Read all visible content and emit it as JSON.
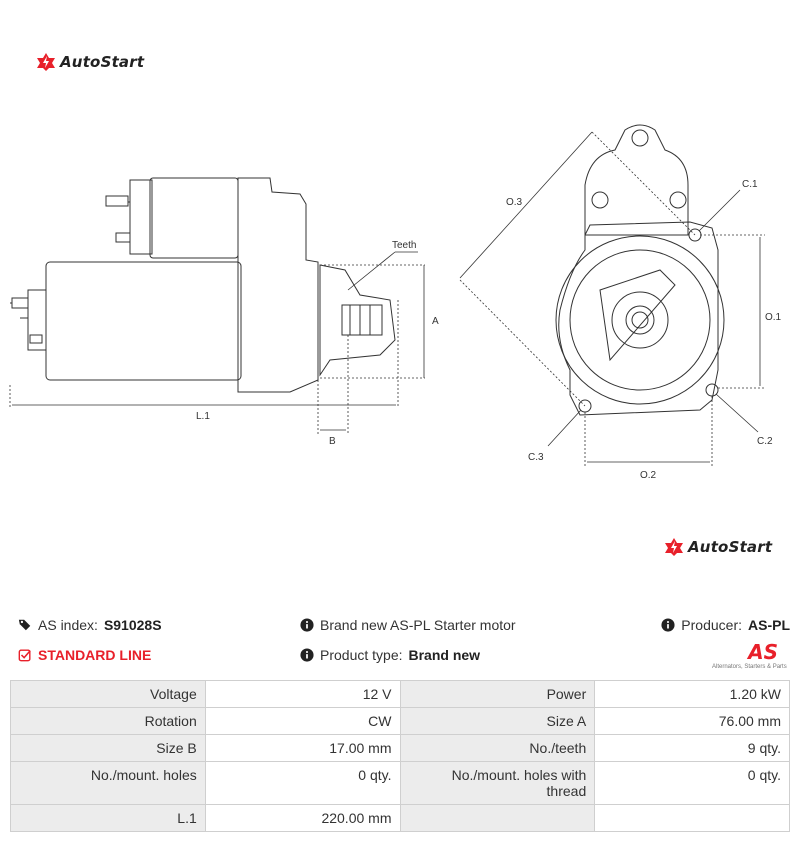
{
  "brand": {
    "name": "AutoStart",
    "accent_color": "#e8202a"
  },
  "drawing_labels": {
    "teeth": "Teeth",
    "a": "A",
    "b": "B",
    "l1": "L.1",
    "o1": "O.1",
    "o2": "O.2",
    "o3": "O.3",
    "c1": "C.1",
    "c2": "C.2",
    "c3": "C.3"
  },
  "info": {
    "as_index_label": "AS index:",
    "as_index_value": "S91028S",
    "standard_line": "STANDARD LINE",
    "description": "Brand new AS-PL Starter motor",
    "product_type_label": "Product type:",
    "product_type_value": "Brand new",
    "producer_label": "Producer:",
    "producer_value": "AS-PL",
    "as_logo_text": "AS",
    "as_logo_tagline": "Alternators, Starters & Parts"
  },
  "specs": [
    [
      {
        "k": "Voltage",
        "v": "12 V"
      },
      {
        "k": "Power",
        "v": "1.20 kW"
      }
    ],
    [
      {
        "k": "Rotation",
        "v": "CW"
      },
      {
        "k": "Size A",
        "v": "76.00 mm"
      }
    ],
    [
      {
        "k": "Size B",
        "v": "17.00 mm"
      },
      {
        "k": "No./teeth",
        "v": "9 qty."
      }
    ],
    [
      {
        "k": "No./mount. holes",
        "v": "0 qty."
      },
      {
        "k": "No./mount. holes with thread",
        "v": "0 qty."
      }
    ],
    [
      {
        "k": "L.1",
        "v": "220.00 mm"
      },
      {
        "k": "",
        "v": ""
      }
    ]
  ],
  "icons": [
    "autostart-logo-icon",
    "tags-icon",
    "info-circle-icon",
    "check-square-icon"
  ]
}
